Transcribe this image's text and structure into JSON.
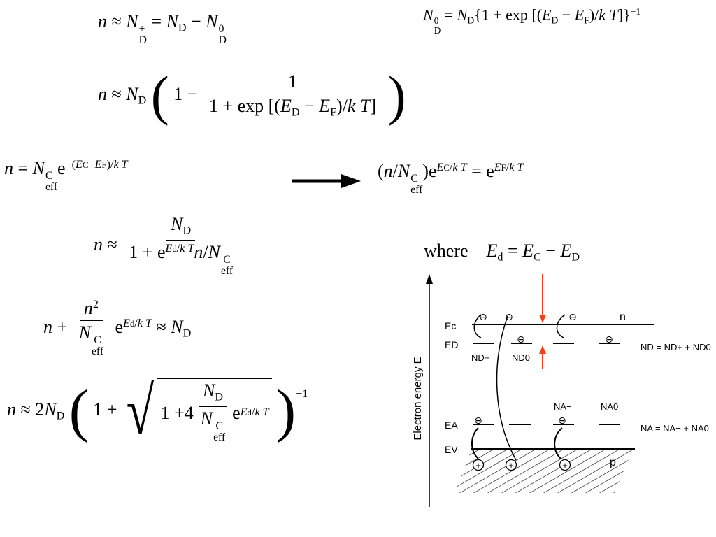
{
  "equations": {
    "eq1": "n ≈ N_D^+ = N_D − N_D^0",
    "eq2": "N_D^0 = N_D{1 + exp [(E_D − E_F)/k T]}^−1",
    "eq3": "n ≈ N_D ( 1 − 1 / (1 + exp [(E_D − E_F)/k T]) )",
    "eq4": "n = N_eff^C e^−(E_C − E_F)/k T",
    "eq5": "(n/N_eff^C) e^(E_C/k T) = e^(E_F/k T)",
    "eq6": "n ≈ N_D / (1 + e^(E_d/k T) n/N_eff^C)",
    "eq7": "where E_d = E_C − E_D",
    "eq8": "n + n^2/N_eff^C e^(E_d/k T) ≈ N_D",
    "eq9": "n ≈ 2N_D ( 1 + sqrt(1 + 4 N_D/N_eff^C e^(E_d/k T)) )^−1"
  },
  "text": {
    "where": "where",
    "exp": "exp",
    "one": "1",
    "four": "4",
    "two": "2"
  },
  "diagram": {
    "y_axis_label": "Electron energy E",
    "level_ec": "Ec",
    "level_ed": "ED",
    "level_ea": "EA",
    "level_ev": "EV",
    "label_n": "n",
    "label_p": "p",
    "nd_plus": "ND+",
    "nd_zero": "ND0",
    "na_minus": "NA−",
    "na_zero": "NA0",
    "donor_sum": "ND = ND+ + ND0",
    "acceptor_sum": "NA = NA− + NA0",
    "electron_symbol": "⊖",
    "hole_symbol": "⊕",
    "arrow_color": "#e8431c"
  }
}
